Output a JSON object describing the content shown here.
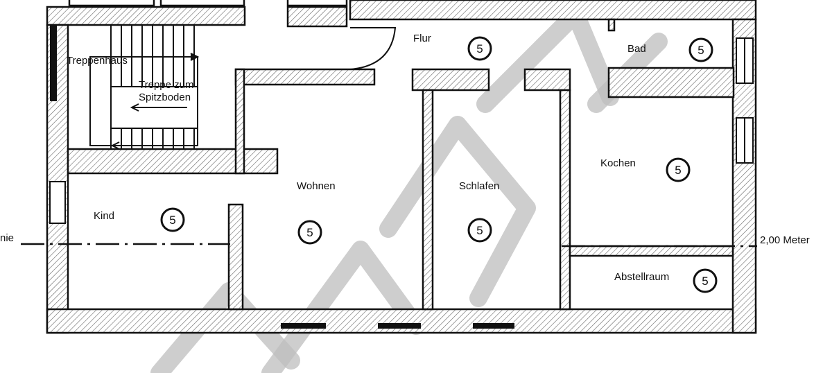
{
  "rooms": {
    "treppenhaus": "Treppenhaus",
    "treppe_line1": "Treppe zum",
    "treppe_line2": "Spitzboden",
    "flur": "Flur",
    "bad": "Bad",
    "kochen": "Kochen",
    "kind": "Kind",
    "wohnen": "Wohnen",
    "schlafen": "Schlafen",
    "abstellraum": "Abstellraum"
  },
  "room_marker": "5",
  "height_line": {
    "left_label": "nie",
    "right_label": "2,00 Meter"
  },
  "colors": {
    "line": "#111111",
    "hatch": "#555555",
    "watermark": "#bdbdbd"
  }
}
